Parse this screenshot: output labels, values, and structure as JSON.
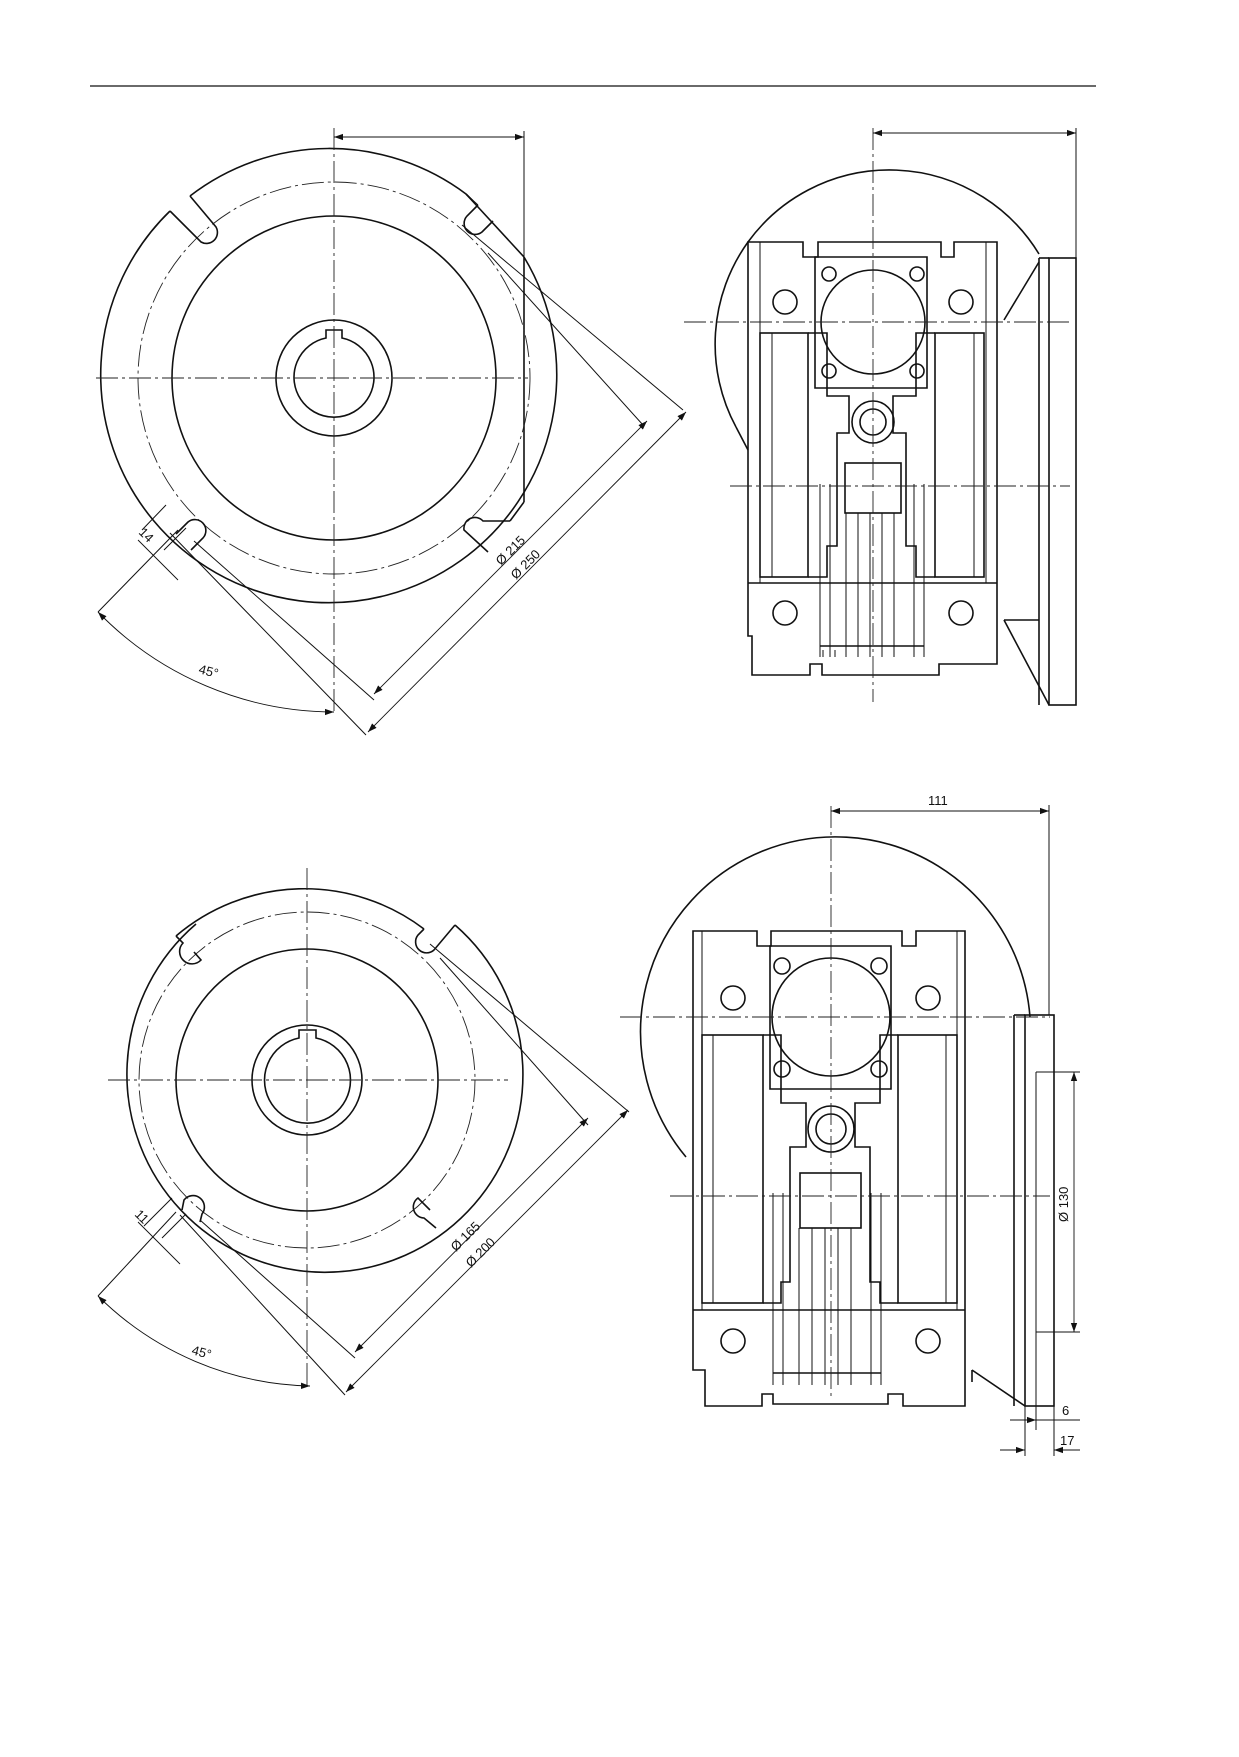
{
  "drawing_1": {
    "slot_width": "14",
    "bolt_circle": "Ø 215",
    "flange_diameter": "Ø 250",
    "angle": "45°"
  },
  "drawing_2": {
    "slot_width": "11",
    "bolt_circle": "Ø 165",
    "flange_diameter": "Ø 200",
    "angle": "45°",
    "offset": "111",
    "spigot_diameter": "Ø 130",
    "spigot_depth": "6",
    "flange_thickness": "17"
  }
}
